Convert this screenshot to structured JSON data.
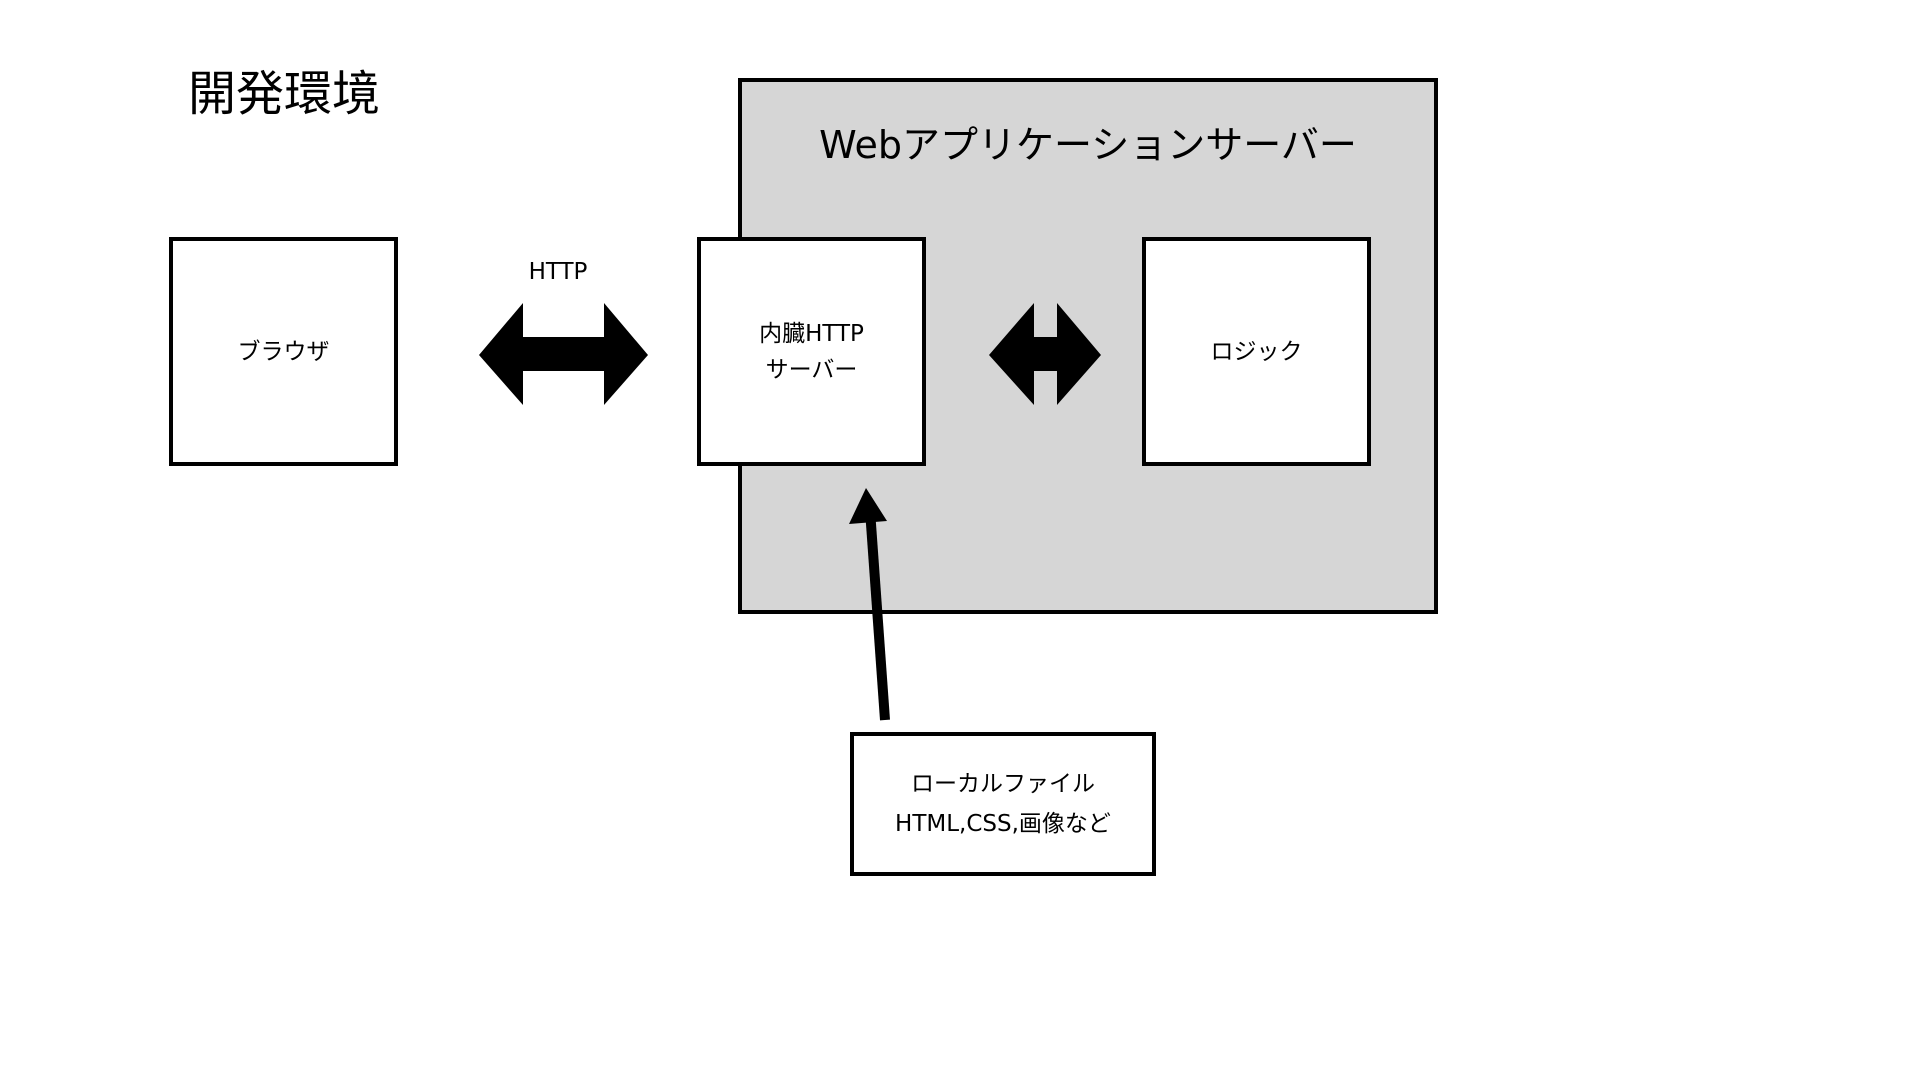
{
  "diagram": {
    "title": "開発環境",
    "server": {
      "title": "Webアプリケーションサーバー"
    },
    "browser": {
      "label": "ブラウザ"
    },
    "http_link": {
      "label": "HTTP"
    },
    "http_server": {
      "line1": "内臓HTTP",
      "line2": "サーバー"
    },
    "logic": {
      "label": "ロジック"
    },
    "local_file": {
      "line1": "ローカルファイル",
      "line2": "HTML,CSS,画像など"
    },
    "colors": {
      "server_fill": "#d6d6d6",
      "box_fill": "#ffffff",
      "stroke": "#000000"
    }
  }
}
